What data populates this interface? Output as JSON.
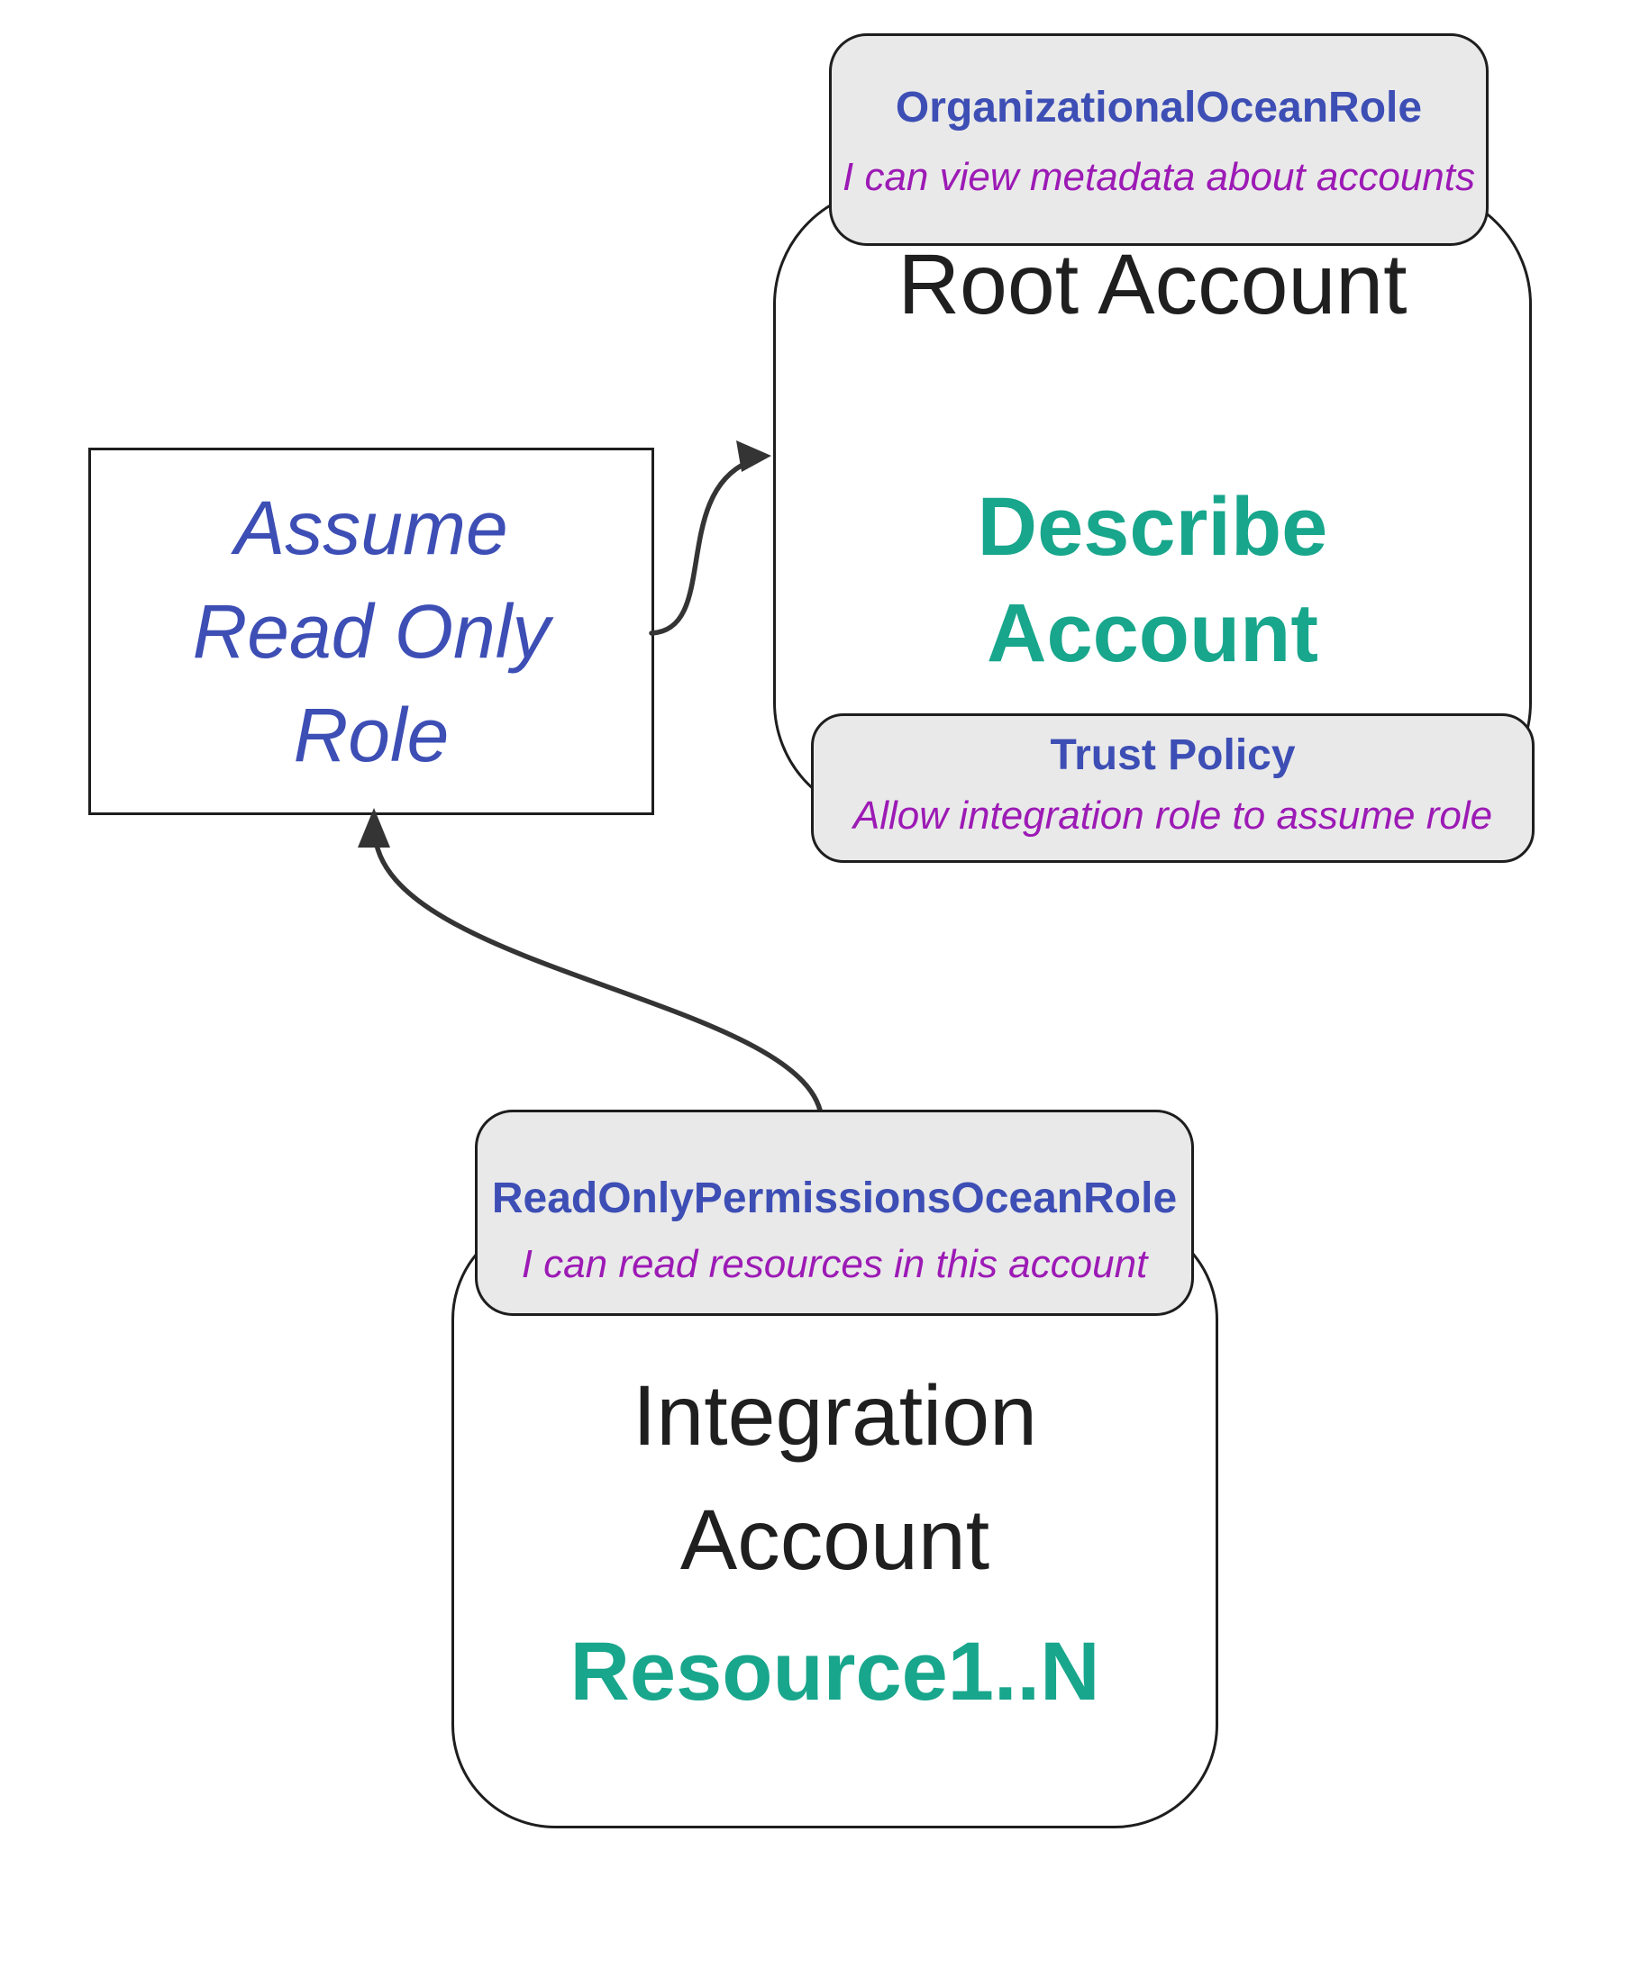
{
  "diagram": {
    "assume_box": {
      "lines": [
        "Assume",
        "Read Only",
        "Role"
      ]
    },
    "root_account": {
      "title": "Root Account",
      "action_line1": "Describe",
      "action_line2": "Account"
    },
    "org_badge": {
      "title": "OrganizationalOceanRole",
      "subtitle": "I can view metadata about accounts"
    },
    "trust_badge": {
      "title": "Trust Policy",
      "subtitle": "Allow integration role to assume role"
    },
    "integration_account": {
      "title_line1": "Integration",
      "title_line2": "Account",
      "resources": "Resource1..N"
    },
    "readonly_badge": {
      "title": "ReadOnlyPermissionsOceanRole",
      "subtitle": "I can read resources in this account"
    },
    "colors": {
      "role_title_indigo": "#3d4eb5",
      "annotation_purple": "#9c1ab5",
      "action_teal": "#18a68c",
      "text_black": "#1f1f1f",
      "badge_gray": "#e9e9e9",
      "line_dark": "#343434"
    }
  }
}
